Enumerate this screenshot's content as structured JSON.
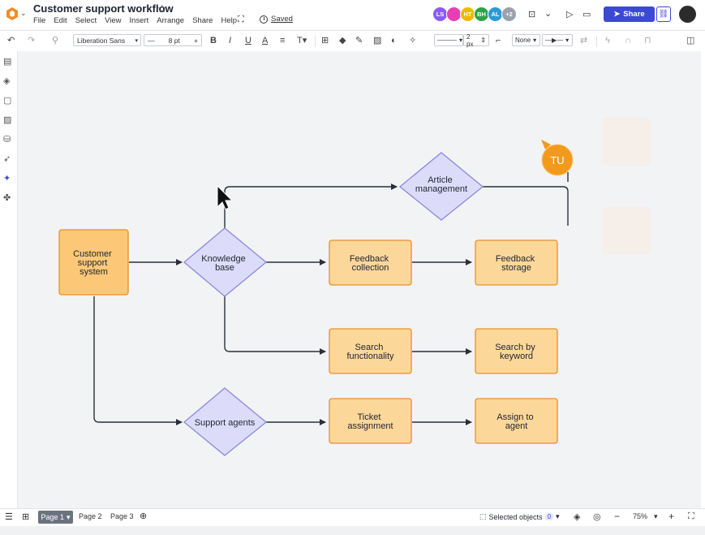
{
  "header": {
    "title": "Customer support workflow",
    "menus": [
      "File",
      "Edit",
      "Select",
      "View",
      "Insert",
      "Arrange",
      "Share",
      "Help"
    ],
    "saved_label": "Saved",
    "collaborators": [
      {
        "initials": "LS",
        "color": "#8a5cf5"
      },
      {
        "initials": "",
        "color": "#e63fb3"
      },
      {
        "initials": "HT",
        "color": "#f2b705"
      },
      {
        "initials": "BH",
        "color": "#2fa04a"
      },
      {
        "initials": "AL",
        "color": "#2b9bd8"
      },
      {
        "initials": "+2",
        "color": "#9aa1ad"
      }
    ],
    "share_label": "Share"
  },
  "toolbar": {
    "font_family": "Liberation Sans",
    "font_size": "8 pt",
    "line_width": "2 px",
    "arrow_start": "None"
  },
  "diagram": {
    "customer_support_system": "Customer support system",
    "knowledge_base": "Knowledge base",
    "article_management": "Article management",
    "feedback_collection": "Feedback collection",
    "feedback_storage": "Feedback storage",
    "search_functionality": "Search functionality",
    "search_by_keyword": "Search by keyword",
    "support_agents": "Support agents",
    "ticket_assignment": "Ticket assignment",
    "assign_to_agent": "Assign to agent",
    "cursor_user": "TU"
  },
  "footer": {
    "pages": [
      "Page 1",
      "Page 2",
      "Page 3"
    ],
    "selected_objects_label": "Selected objects",
    "selected_count": "0",
    "zoom": "75%"
  },
  "colors": {
    "accent": "#3b49d6",
    "rect_fill": "#fcd79a",
    "rect_stroke": "#e8902b",
    "diamond_fill": "#dcdcfa",
    "diamond_stroke": "#8c86e0",
    "cursor_user": "#f39a1c"
  }
}
